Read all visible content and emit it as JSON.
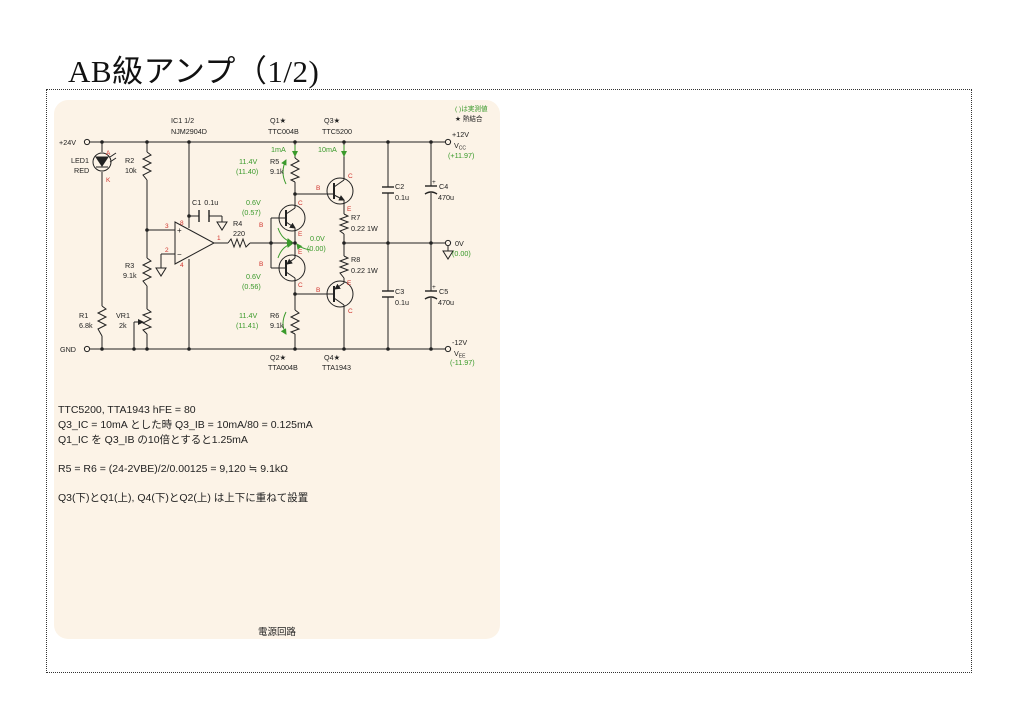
{
  "page": {
    "title": "AB級アンプ（1/2)"
  },
  "legend": {
    "measured": "( )は実測値",
    "thermal": "★ 熱結合"
  },
  "rails": {
    "plus24": "+24V",
    "gnd": "GND",
    "vcc_volts": "+12V",
    "vcc_label": "V",
    "vcc_sub": "CC",
    "vcc_measured": "(+11.97)",
    "vee_volts": "-12V",
    "vee_label": "V",
    "vee_sub": "EE",
    "vee_measured": "(-11.97)",
    "zero_volts": "0V",
    "zero_measured": "(0.00)"
  },
  "components": {
    "led1": {
      "name": "LED1",
      "value": "RED",
      "anode": "A",
      "cathode": "K"
    },
    "r1": {
      "name": "R1",
      "value": "6.8k"
    },
    "r2": {
      "name": "R2",
      "value": "10k"
    },
    "r3": {
      "name": "R3",
      "value": "9.1k"
    },
    "vr1": {
      "name": "VR1",
      "value": "2k"
    },
    "ic1": {
      "name": "IC1 1/2",
      "part": "NJM2904D",
      "pin8": "8",
      "pin3": "3",
      "pin2": "2",
      "pin4": "4",
      "pin1": "1",
      "plus": "+",
      "minus": "−"
    },
    "c1": {
      "name": "C1",
      "value": "0.1u"
    },
    "r4": {
      "name": "R4",
      "value": "220"
    },
    "q1": {
      "name": "Q1★",
      "part": "TTC004B",
      "b": "B",
      "c": "C",
      "e": "E",
      "vbe": "0.6V",
      "vbe_measured": "(0.57)",
      "current": "1mA"
    },
    "q2": {
      "name": "Q2★",
      "part": "TTA004B",
      "b": "B",
      "c": "C",
      "e": "E",
      "vbe": "0.6V",
      "vbe_measured": "(0.56)"
    },
    "q3": {
      "name": "Q3★",
      "part": "TTC5200",
      "b": "B",
      "c": "C",
      "e": "E",
      "current": "10mA"
    },
    "q4": {
      "name": "Q4★",
      "part": "TTA1943",
      "b": "B",
      "c": "C",
      "e": "E"
    },
    "r5": {
      "name": "R5",
      "value": "9.1k",
      "v": "11.4V",
      "v_measured": "(11.40)"
    },
    "r6": {
      "name": "R6",
      "value": "9.1k",
      "v": "11.4V",
      "v_measured": "(11.41)"
    },
    "r7": {
      "name": "R7",
      "value": "0.22 1W"
    },
    "r8": {
      "name": "R8",
      "value": "0.22 1W"
    },
    "c2": {
      "name": "C2",
      "value": "0.1u"
    },
    "c3": {
      "name": "C3",
      "value": "0.1u"
    },
    "c4": {
      "name": "C4",
      "value": "470u",
      "pol": "+"
    },
    "c5": {
      "name": "C5",
      "value": "470u",
      "pol": "+"
    },
    "out": {
      "v": "0.0V",
      "v_measured": "(0.00)"
    }
  },
  "notes": {
    "line1": "TTC5200, TTA1943 hFE = 80",
    "line2": "Q3_IC = 10mA とした時 Q3_IB = 10mA/80 = 0.125mA",
    "line3": "Q1_IC を Q3_IB の10倍とすると1.25mA",
    "line4": "R5 = R6 = (24-2VBE)/2/0.00125 = 9,120 ≒ 9.1kΩ",
    "line5": "Q3(下)とQ1(上), Q4(下)とQ2(上) は上下に重ねて設置"
  },
  "caption": "電源回路",
  "colors": {
    "panel": "#fcf3e7",
    "green": "#3a9a2b",
    "red": "#d0332c",
    "line": "#222222"
  }
}
